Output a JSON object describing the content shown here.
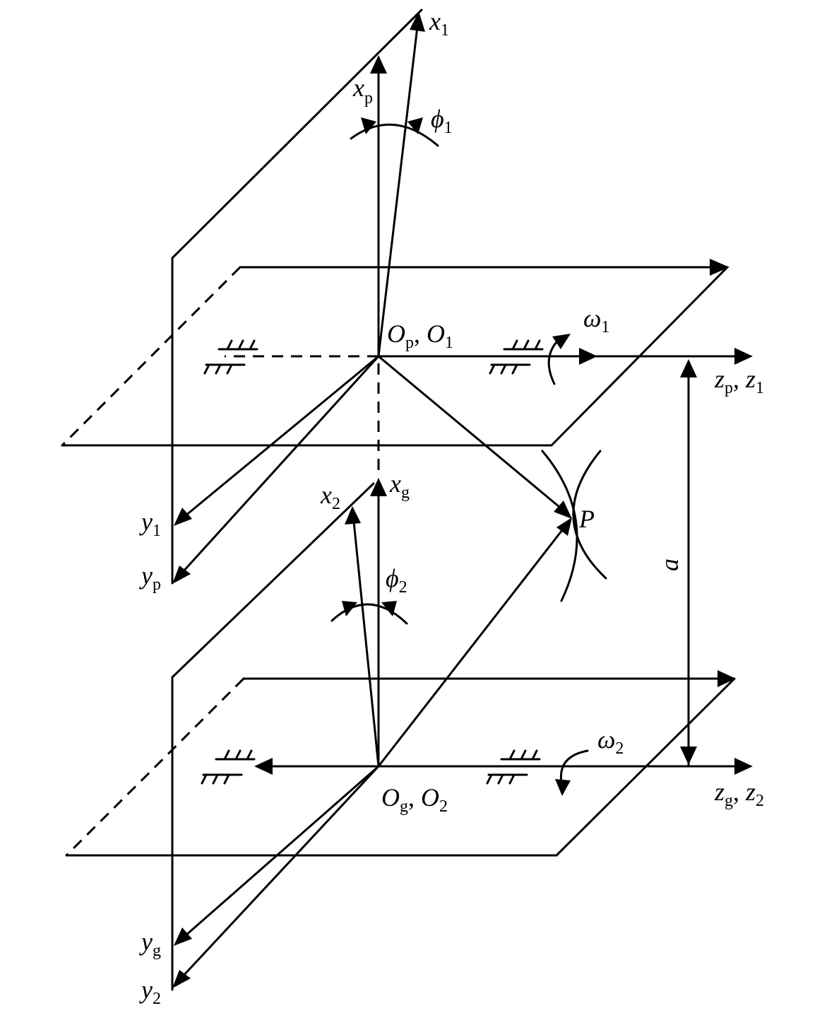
{
  "labels": {
    "x1": {
      "main": "x",
      "sub": "1"
    },
    "xp": {
      "main": "x",
      "sub": "p"
    },
    "phi1": {
      "main": "ϕ",
      "sub": "1"
    },
    "omega1": {
      "main": "ω",
      "sub": "1"
    },
    "op_main": {
      "m1": "O",
      "s1": "p",
      "sep": ", ",
      "m2": "O",
      "s2": "1"
    },
    "zp": {
      "m1": "z",
      "s1": "p",
      "sep": ", ",
      "m2": "z",
      "s2": "1"
    },
    "y1": {
      "main": "y",
      "sub": "1"
    },
    "yp": {
      "main": "y",
      "sub": "p"
    },
    "x2": {
      "main": "x",
      "sub": "2"
    },
    "xg": {
      "main": "x",
      "sub": "g"
    },
    "phi2": {
      "main": "ϕ",
      "sub": "2"
    },
    "P": {
      "main": "P"
    },
    "a": {
      "main": "a"
    },
    "omega2": {
      "main": "ω",
      "sub": "2"
    },
    "og_main": {
      "m1": "O",
      "s1": "g",
      "sep": ", ",
      "m2": "O",
      "s2": "2"
    },
    "zg": {
      "m1": "z",
      "s1": "g",
      "sep": ", ",
      "m2": "z",
      "s2": "2"
    },
    "yg": {
      "main": "y",
      "sub": "g"
    },
    "y2": {
      "main": "y",
      "sub": "2"
    }
  }
}
